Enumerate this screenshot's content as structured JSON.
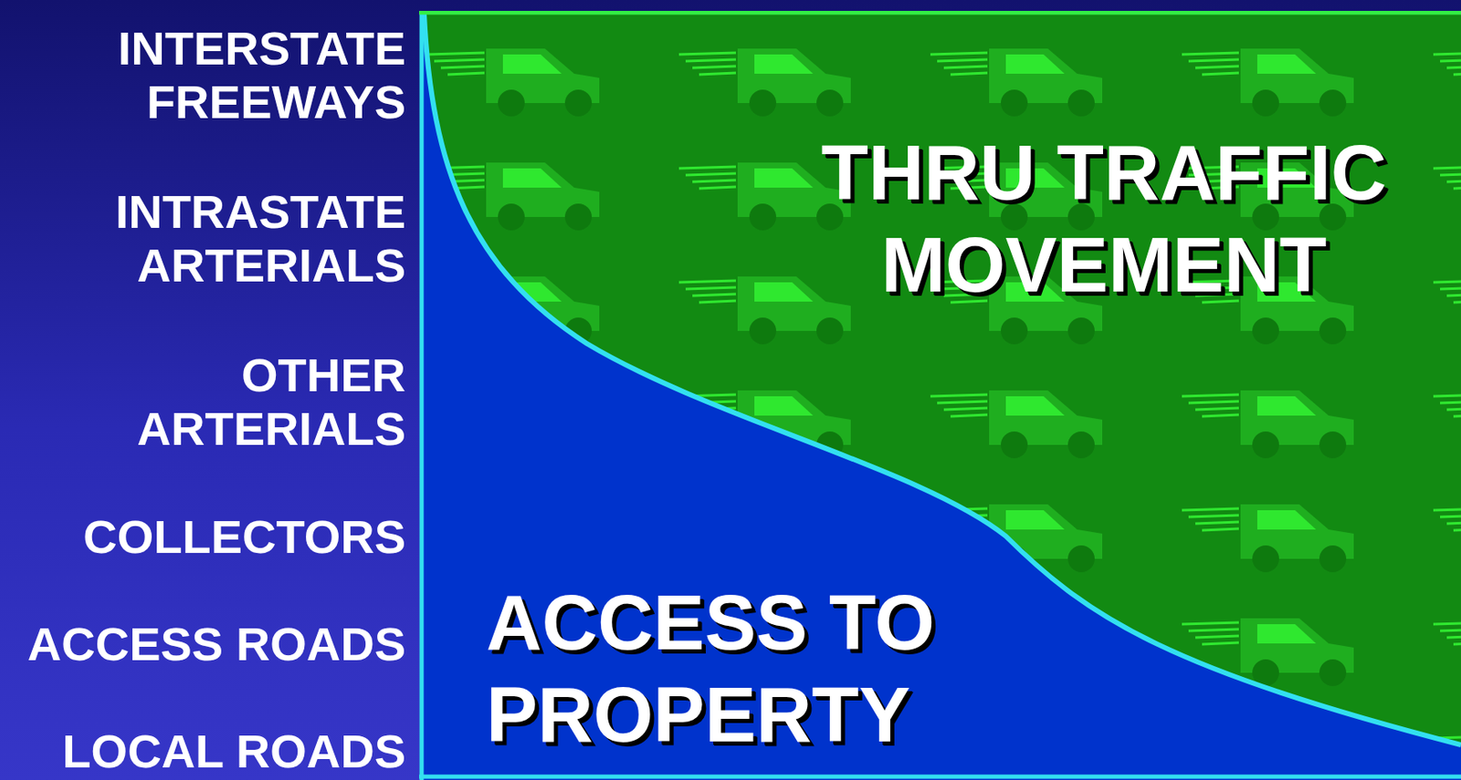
{
  "diagram": {
    "nodes": [
      {
        "text": [
          "THRU TRAFFIC MOVEMENT"
        ]
      },
      {
        "text": [
          "ACCESS TO PROPERTY"
        ]
      }
    ],
    "labels": [
      "INTERSTATE FREEWAYS",
      "INTRASTATE ARTERIALS",
      "OTHER ARTERIALS",
      "COLLECTORS",
      "ACCESS ROADS",
      "LOCAL ROADS"
    ]
  }
}
